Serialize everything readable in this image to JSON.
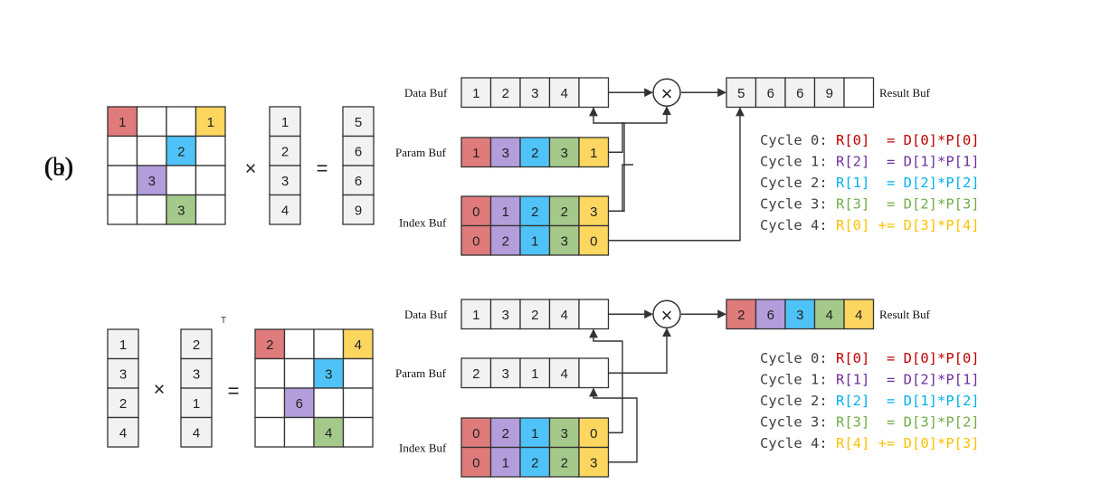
{
  "colors": {
    "red": "#e07b7b",
    "purple": "#b39ddb",
    "blue": "#4fc3f7",
    "green": "#a5c98a",
    "yellow": "#fdd660",
    "empty": "#ffffff",
    "gray": "#f2f2f2",
    "stroke": "#333333"
  },
  "code_colors": {
    "red": "#c00000",
    "purple": "#7030a0",
    "blue": "#00b0f0",
    "green": "#70ad47",
    "yellow": "#ffc000",
    "gray": "#404040"
  },
  "panels": [
    {
      "label": "(a)",
      "op1": "×",
      "eq": "=",
      "transpose": "",
      "matrix": [
        [
          {
            "t": "1",
            "c": "red"
          },
          {
            "t": "",
            "c": "empty"
          },
          {
            "t": "",
            "c": "empty"
          },
          {
            "t": "1",
            "c": "yellow"
          }
        ],
        [
          {
            "t": "",
            "c": "empty"
          },
          {
            "t": "",
            "c": "empty"
          },
          {
            "t": "2",
            "c": "blue"
          },
          {
            "t": "",
            "c": "empty"
          }
        ],
        [
          {
            "t": "",
            "c": "empty"
          },
          {
            "t": "3",
            "c": "purple"
          },
          {
            "t": "",
            "c": "empty"
          },
          {
            "t": "",
            "c": "empty"
          }
        ],
        [
          {
            "t": "",
            "c": "empty"
          },
          {
            "t": "",
            "c": "empty"
          },
          {
            "t": "3",
            "c": "green"
          },
          {
            "t": "",
            "c": "empty"
          }
        ]
      ],
      "vector": [
        "1",
        "2",
        "3",
        "4"
      ],
      "result_vector": [
        "5",
        "6",
        "6",
        "9"
      ],
      "data_buf_label": "Data Buf",
      "data_buf": [
        {
          "t": "1",
          "c": "gray"
        },
        {
          "t": "2",
          "c": "gray"
        },
        {
          "t": "3",
          "c": "gray"
        },
        {
          "t": "4",
          "c": "gray"
        },
        {
          "t": "",
          "c": "empty"
        }
      ],
      "param_buf_label": "Param Buf",
      "param_buf": [
        {
          "t": "1",
          "c": "red"
        },
        {
          "t": "3",
          "c": "purple"
        },
        {
          "t": "2",
          "c": "blue"
        },
        {
          "t": "3",
          "c": "green"
        },
        {
          "t": "1",
          "c": "yellow"
        }
      ],
      "index_buf_label": "Index Buf",
      "index_row1": [
        {
          "t": "0",
          "c": "red"
        },
        {
          "t": "1",
          "c": "purple"
        },
        {
          "t": "2",
          "c": "blue"
        },
        {
          "t": "2",
          "c": "green"
        },
        {
          "t": "3",
          "c": "yellow"
        }
      ],
      "index_row2": [
        {
          "t": "0",
          "c": "red"
        },
        {
          "t": "2",
          "c": "purple"
        },
        {
          "t": "1",
          "c": "blue"
        },
        {
          "t": "3",
          "c": "green"
        },
        {
          "t": "0",
          "c": "yellow"
        }
      ],
      "multiply": "×",
      "result_buf_label": "Result Buf",
      "result_buf": [
        {
          "t": "5",
          "c": "gray"
        },
        {
          "t": "6",
          "c": "gray"
        },
        {
          "t": "6",
          "c": "gray"
        },
        {
          "t": "9",
          "c": "gray"
        },
        {
          "t": "",
          "c": "empty"
        }
      ],
      "cycles": [
        {
          "prefix": "Cycle 0: ",
          "expr": "R[0]  = D[0]*P[0]",
          "color": "red"
        },
        {
          "prefix": "Cycle 1: ",
          "expr": "R[2]  = D[1]*P[1]",
          "color": "purple"
        },
        {
          "prefix": "Cycle 2: ",
          "expr": "R[1]  = D[2]*P[2]",
          "color": "blue"
        },
        {
          "prefix": "Cycle 3: ",
          "expr": "R[3]  = D[2]*P[3]",
          "color": "green"
        },
        {
          "prefix": "Cycle 4: ",
          "expr": "R[0] += D[3]*P[4]",
          "color": "yellow"
        }
      ]
    },
    {
      "label": "(b)",
      "op1": "×",
      "eq": "=",
      "transpose": "T",
      "vector_left": [
        "1",
        "3",
        "2",
        "4"
      ],
      "vector": [
        "2",
        "3",
        "1",
        "4"
      ],
      "matrix": [
        [
          {
            "t": "2",
            "c": "red"
          },
          {
            "t": "",
            "c": "empty"
          },
          {
            "t": "",
            "c": "empty"
          },
          {
            "t": "4",
            "c": "yellow"
          }
        ],
        [
          {
            "t": "",
            "c": "empty"
          },
          {
            "t": "",
            "c": "empty"
          },
          {
            "t": "3",
            "c": "blue"
          },
          {
            "t": "",
            "c": "empty"
          }
        ],
        [
          {
            "t": "",
            "c": "empty"
          },
          {
            "t": "6",
            "c": "purple"
          },
          {
            "t": "",
            "c": "empty"
          },
          {
            "t": "",
            "c": "empty"
          }
        ],
        [
          {
            "t": "",
            "c": "empty"
          },
          {
            "t": "",
            "c": "empty"
          },
          {
            "t": "4",
            "c": "green"
          },
          {
            "t": "",
            "c": "empty"
          }
        ]
      ],
      "data_buf_label": "Data Buf",
      "data_buf": [
        {
          "t": "1",
          "c": "gray"
        },
        {
          "t": "3",
          "c": "gray"
        },
        {
          "t": "2",
          "c": "gray"
        },
        {
          "t": "4",
          "c": "gray"
        },
        {
          "t": "",
          "c": "empty"
        }
      ],
      "param_buf_label": "Param Buf",
      "param_buf": [
        {
          "t": "2",
          "c": "gray"
        },
        {
          "t": "3",
          "c": "gray"
        },
        {
          "t": "1",
          "c": "gray"
        },
        {
          "t": "4",
          "c": "gray"
        },
        {
          "t": "",
          "c": "empty"
        }
      ],
      "index_buf_label": "Index Buf",
      "index_row1": [
        {
          "t": "0",
          "c": "red"
        },
        {
          "t": "2",
          "c": "purple"
        },
        {
          "t": "1",
          "c": "blue"
        },
        {
          "t": "3",
          "c": "green"
        },
        {
          "t": "0",
          "c": "yellow"
        }
      ],
      "index_row2": [
        {
          "t": "0",
          "c": "red"
        },
        {
          "t": "1",
          "c": "purple"
        },
        {
          "t": "2",
          "c": "blue"
        },
        {
          "t": "2",
          "c": "green"
        },
        {
          "t": "3",
          "c": "yellow"
        }
      ],
      "multiply": "×",
      "result_buf_label": "Result Buf",
      "result_buf": [
        {
          "t": "2",
          "c": "red"
        },
        {
          "t": "6",
          "c": "purple"
        },
        {
          "t": "3",
          "c": "blue"
        },
        {
          "t": "4",
          "c": "green"
        },
        {
          "t": "4",
          "c": "yellow"
        }
      ],
      "cycles": [
        {
          "prefix": "Cycle 0: ",
          "expr": "R[0]  = D[0]*P[0]",
          "color": "red"
        },
        {
          "prefix": "Cycle 1: ",
          "expr": "R[1]  = D[2]*P[1]",
          "color": "purple"
        },
        {
          "prefix": "Cycle 2: ",
          "expr": "R[2]  = D[1]*P[2]",
          "color": "blue"
        },
        {
          "prefix": "Cycle 3: ",
          "expr": "R[3]  = D[3]*P[2]",
          "color": "green"
        },
        {
          "prefix": "Cycle 4: ",
          "expr": "R[4] += D[0]*P[3]",
          "color": "yellow"
        }
      ]
    }
  ]
}
